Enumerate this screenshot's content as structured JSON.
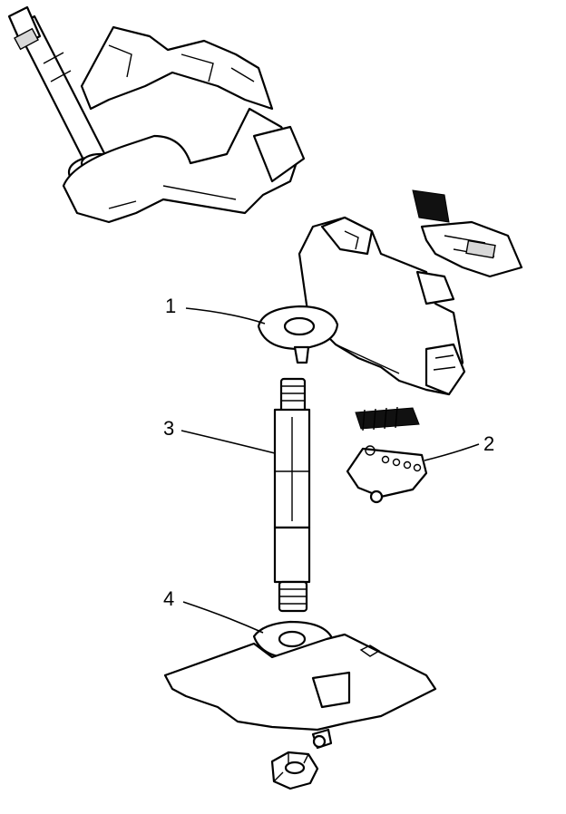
{
  "callouts": [
    {
      "id": "1",
      "label": "1"
    },
    {
      "id": "2",
      "label": "2"
    },
    {
      "id": "3",
      "label": "3"
    },
    {
      "id": "4",
      "label": "4"
    }
  ],
  "colors": {
    "ink": "#000000",
    "paper": "#ffffff",
    "shade": "#d8d8d8"
  }
}
